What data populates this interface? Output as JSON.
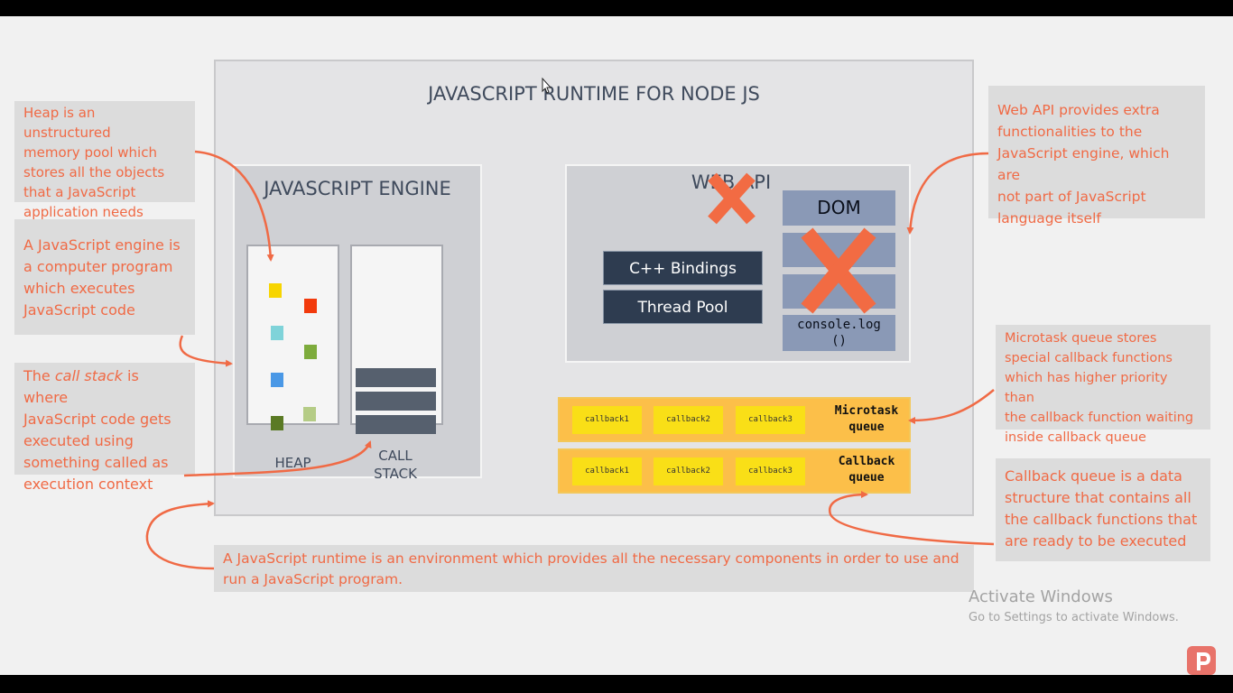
{
  "runtime": {
    "title": "JAVASCRIPT RUNTIME FOR NODE JS"
  },
  "engine": {
    "title": "JAVASCRIPT ENGINE",
    "heap_label": "HEAP",
    "stack_label_1": "CALL",
    "stack_label_2": "STACK"
  },
  "webapi": {
    "title": "WEB API",
    "bindings": "C++ Bindings",
    "thread_pool": "Thread Pool",
    "dom": "DOM",
    "console_log_1": "console.log",
    "console_log_2": "()"
  },
  "microtask_queue": {
    "callbacks": [
      "callback1",
      "callback2",
      "callback3"
    ],
    "name_1": "Microtask",
    "name_2": "queue"
  },
  "callback_queue": {
    "callbacks": [
      "callback1",
      "callback2",
      "callback3"
    ],
    "name_1": "Callback",
    "name_2": "queue"
  },
  "notes": {
    "heap": [
      "Heap is an unstructured",
      "memory pool which",
      "stores all the objects",
      "that a JavaScript",
      "application needs"
    ],
    "engine": [
      "A JavaScript engine is",
      "a computer program",
      "which executes",
      "JavaScript code"
    ],
    "call_stack": {
      "pre": "The ",
      "em": "call stack",
      "post": " is where",
      "lines": [
        "JavaScript code gets",
        "executed using",
        "something called as",
        "execution context"
      ]
    },
    "webapi": [
      "Web API provides extra",
      "functionalities to the",
      "JavaScript engine, which are",
      "not part of JavaScript",
      "language itself"
    ],
    "microtask": [
      "Microtask queue stores",
      "special callback functions",
      "which has higher priority than",
      "the callback function waiting",
      "inside callback queue"
    ],
    "callback": [
      "Callback queue is a data",
      "structure that contains all",
      "the callback functions that",
      "are ready to be executed"
    ],
    "runtime": [
      "A JavaScript runtime is an environment which provides all the necessary components in order to use and",
      "run a JavaScript program."
    ]
  },
  "watermark": {
    "title": "Activate Windows",
    "subtitle": "Go to Settings to activate Windows."
  },
  "colors": {
    "note_text": "#f06a45",
    "cross": "#f26b43",
    "queue": "#fcbf49",
    "callback": "#f9df17",
    "dark_button": "#2e3c50"
  },
  "icons": {
    "cursor": "mouse-cursor-icon",
    "logo": "p-logo-icon",
    "cross": "cross-mark-icon"
  }
}
